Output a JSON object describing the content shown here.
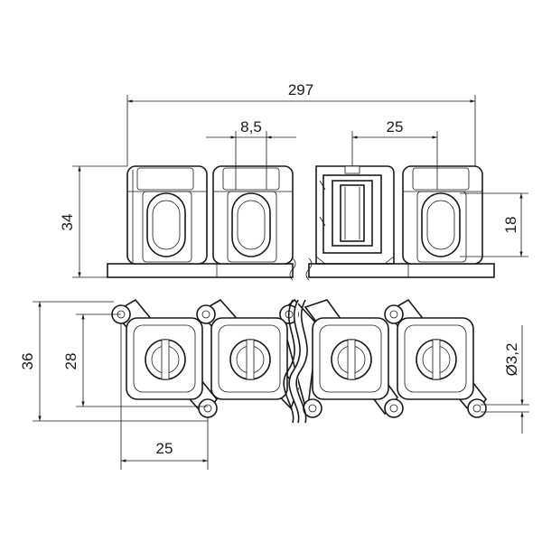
{
  "dimensions": {
    "overall_length": "297",
    "pitch_top": "8,5",
    "pitch_right": "25",
    "height": "34",
    "slot_height": "18",
    "total_width": "36",
    "inner_width": "28",
    "pitch_bottom": "25",
    "hole_diameter": "Ø3,2"
  },
  "colors": {
    "line": "#1a1a1a",
    "hatch": "#888888",
    "background": "#ffffff"
  }
}
